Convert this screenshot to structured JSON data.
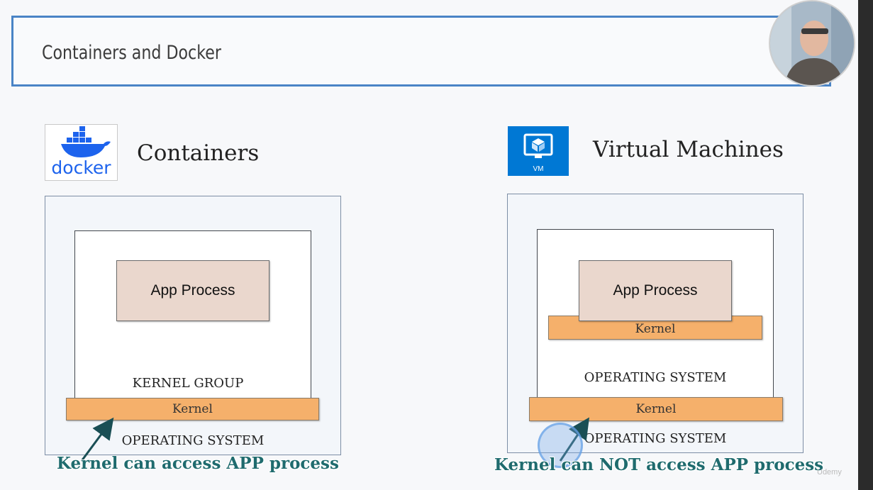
{
  "header": {
    "title": "Containers and Docker"
  },
  "containers": {
    "logo_text": "docker",
    "title": "Containers",
    "app_label": "App Process",
    "kernel_group_label": "KERNEL GROUP",
    "kernel_label": "Kernel",
    "os_label": "OPERATING SYSTEM",
    "caption": "Kernel can access APP process"
  },
  "vms": {
    "logo_text": "VM",
    "title": "Virtual Machines",
    "app_label": "App Process",
    "guest_kernel_label": "Kernel",
    "guest_os_label": "OPERATING SYSTEM",
    "kernel_label": "Kernel",
    "os_label": "OPERATING SYSTEM",
    "caption": "Kernel can NOT access APP process"
  },
  "watermark": "Udemy",
  "colors": {
    "accent": "#4a84c6",
    "kernel": "#f5b06b",
    "app": "#ead7cd",
    "caption": "#1f6b6e",
    "vm_logo": "#0078d4"
  }
}
